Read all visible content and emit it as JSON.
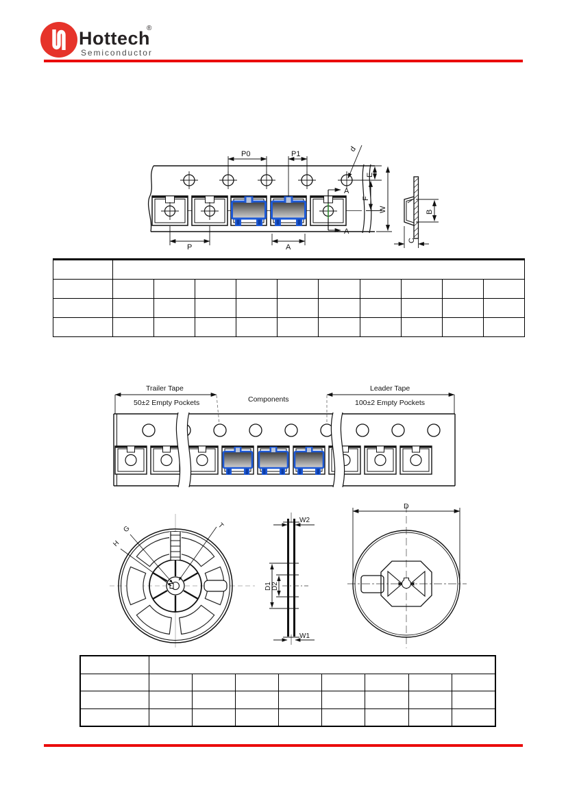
{
  "colors": {
    "accent_red": "#ea0c0c",
    "logo_red": "#e6332a",
    "component_blue": "#1d59d6",
    "section_mark_green": "#2f8f2f"
  },
  "header": {
    "brand": "Hottech",
    "registered": "®",
    "subtitle": "Semiconductor"
  },
  "carrier_tape_drawing": {
    "p0": "P0",
    "p1": "P1",
    "d": "d",
    "e": "E",
    "f": "F",
    "w": "W",
    "section_top": "A",
    "section_bottom": "A",
    "p": "P",
    "a": "A",
    "b": "B",
    "c": "C"
  },
  "orientation_drawing": {
    "trailer_title": "Trailer Tape",
    "trailer_note": "50±2 Empty Pockets",
    "components": "Components",
    "leader_title": "Leader Tape",
    "leader_note": "100±2 Empty Pockets"
  },
  "reel_front": {
    "g": "G",
    "h": "H",
    "t": "T"
  },
  "reel_side": {
    "w2": "W2",
    "w1": "W1",
    "d1": "D1",
    "d2": "D2"
  },
  "reel_face": {
    "d": "D"
  }
}
